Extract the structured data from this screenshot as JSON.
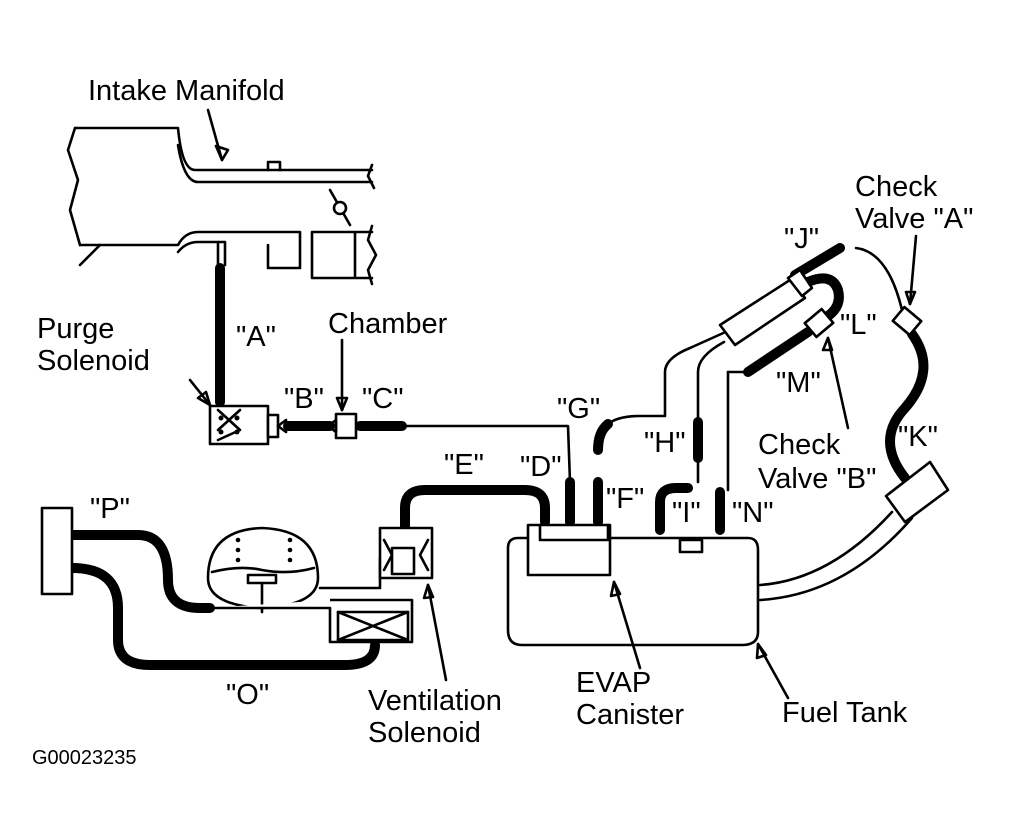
{
  "labels": {
    "intake_manifold": "Intake Manifold",
    "purge_solenoid_1": "Purge",
    "purge_solenoid_2": "Solenoid",
    "chamber": "Chamber",
    "check_valve_a_1": "Check",
    "check_valve_a_2": "Valve \"A\"",
    "check_valve_b_1": "Check",
    "check_valve_b_2": "Valve \"B\"",
    "ventilation_solenoid_1": "Ventilation",
    "ventilation_solenoid_2": "Solenoid",
    "evap_canister_1": "EVAP",
    "evap_canister_2": "Canister",
    "fuel_tank": "Fuel Tank"
  },
  "hoses": {
    "A": "\"A\"",
    "B": "\"B\"",
    "C": "\"C\"",
    "D": "\"D\"",
    "E": "\"E\"",
    "F": "\"F\"",
    "G": "\"G\"",
    "H": "\"H\"",
    "I": "\"I\"",
    "J": "\"J\"",
    "K": "\"K\"",
    "L": "\"L\"",
    "M": "\"M\"",
    "N": "\"N\"",
    "O": "\"O\"",
    "P": "\"P\""
  },
  "figure_code": "G00023235"
}
